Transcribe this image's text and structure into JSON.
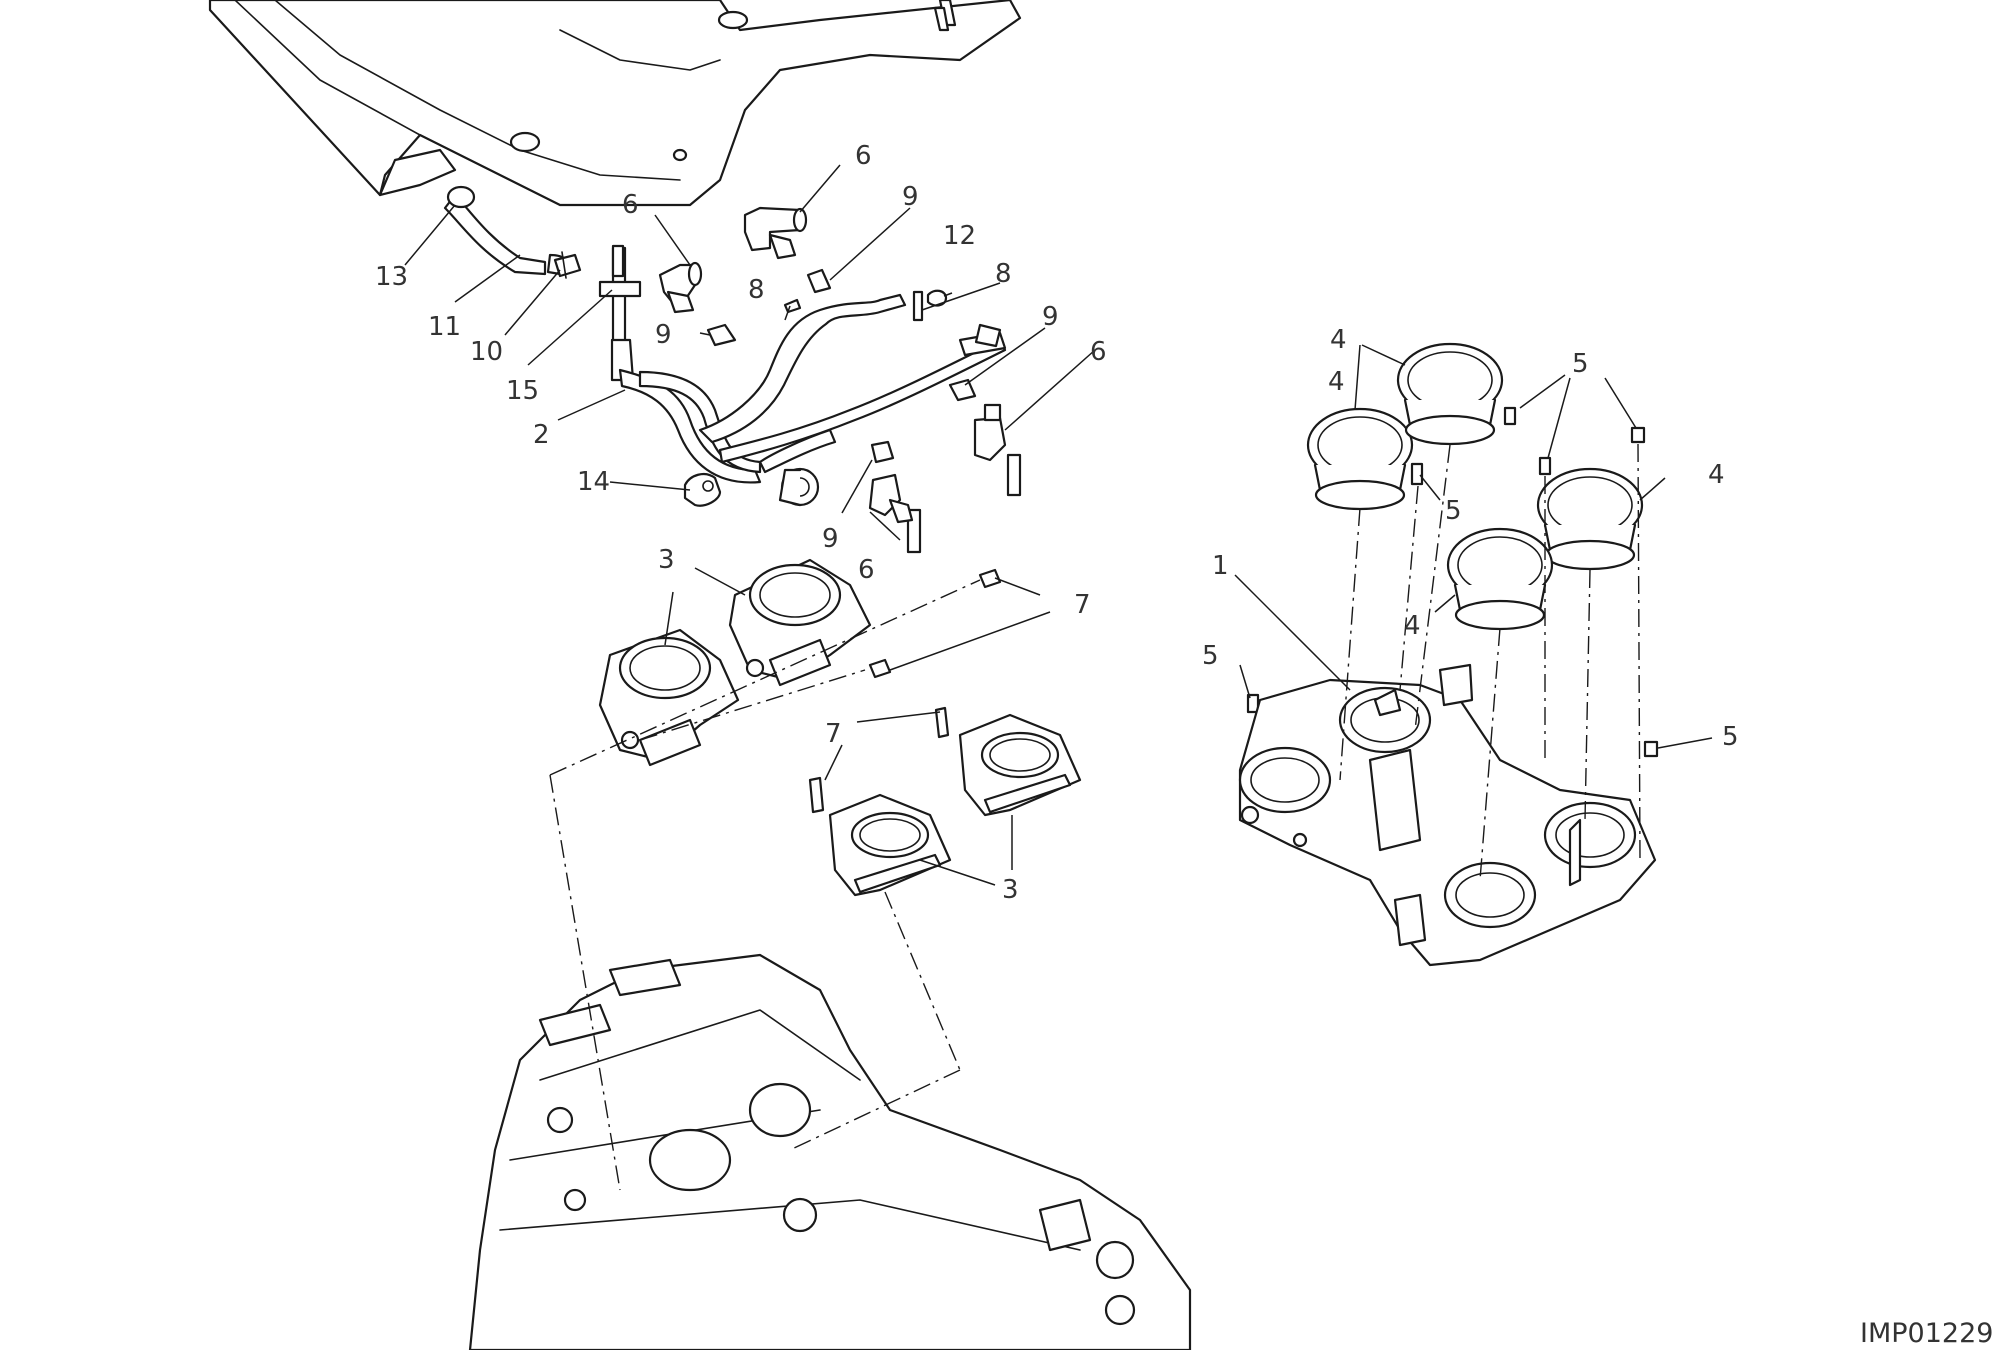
{
  "callouts": {
    "c1": "1",
    "c2": "2",
    "c3a": "3",
    "c3b": "3",
    "c4a": "4",
    "c4b": "4",
    "c4c": "4",
    "c4d": "4",
    "c5a": "5",
    "c5b": "5",
    "c5c": "5",
    "c5d": "5",
    "c6a": "6",
    "c6b": "6",
    "c6c": "6",
    "c6d": "6",
    "c7a": "7",
    "c7b": "7",
    "c8a": "8",
    "c8b": "8",
    "c9a": "9",
    "c9b": "9",
    "c9c": "9",
    "c9d": "9",
    "c10": "10",
    "c11": "11",
    "c12": "12",
    "c13": "13",
    "c14": "14",
    "c15": "15"
  },
  "drawing_code": "IMP01229"
}
